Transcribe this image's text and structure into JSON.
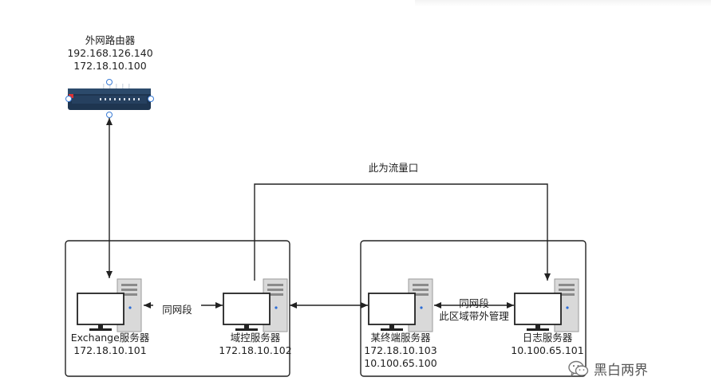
{
  "router": {
    "name": "外网路由器",
    "ip1": "192.168.126.140",
    "ip2": "172.18.10.100"
  },
  "traffic_label": "此为流量口",
  "servers": [
    {
      "name": "Exchange服务器",
      "ip1": "172.18.10.101",
      "ip2": ""
    },
    {
      "name": "域控服务器",
      "ip1": "172.18.10.102",
      "ip2": ""
    },
    {
      "name": "某终端服务器",
      "ip1": "172.18.10.103",
      "ip2": "10.100.65.100"
    },
    {
      "name": "日志服务器",
      "ip1": "10.100.65.101",
      "ip2": ""
    }
  ],
  "links": {
    "left_same_segment": "同网段",
    "right_same_segment": "同网段",
    "right_oob": "此区域带外管理"
  },
  "watermark": {
    "icon": "wechat-icon",
    "text": "黑白两界"
  }
}
